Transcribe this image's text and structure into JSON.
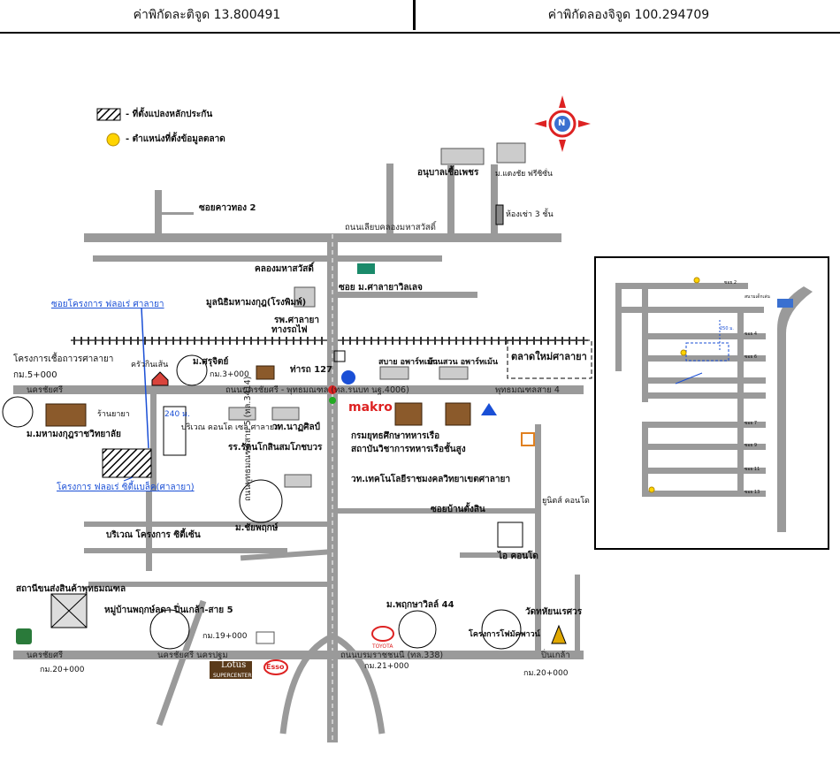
{
  "header": {
    "latitude": "ค่าพิกัดละติจูด 13.800491",
    "longitude": "ค่าพิกัดลองจิจูด 100.294709"
  },
  "legend": {
    "site_label": "- ที่ตั้งแปลงหลักประกัน",
    "market_label": "- ตำแหน่งที่ตั้งข้อมูลตลาด"
  },
  "compass": {
    "letter": "N"
  },
  "colors": {
    "road": "#9a9a9a",
    "link": "#1a4fd6",
    "market": "#ffd400",
    "site": "#000000"
  },
  "labels": {
    "anubal": "อนุบาลเชื้อเพชร",
    "mcheng": "ม.แดงชัย ฟรีซิซั่น",
    "soi_kaw": "ซอยคาวทอง 2",
    "hong3": "ห้องเช่า 3 ชั้น",
    "thanon_liab": "ถนนเลียบคลองมหาสวัสดิ์",
    "khlong": "คลองมหาสวัสดิ์",
    "soi_salaya": "ซอย ม.ศาลายาวิลเลจ",
    "mulnithi": "มูลนิธิมหามงกุฎ(โรงพิมพ์)",
    "hospital": "รพ.ศาลายา",
    "railway": "ทางรถไฟ",
    "port127": "ท่ารถ 127",
    "soi_project": "ซอยโครงการ ฟลอเร่ ศาลายา",
    "proj_aircon": "โครงการเชื้อถาวรศาลายา",
    "km5": "กม.5+000",
    "krua": "ครัวกินเส้น",
    "msan": "ม.ศรุจิตย์",
    "km3": "กม.3+000",
    "sabai": "สบาย อพาร์ทเม้น",
    "banjuan": "บ้านสวน อพาร์ทเม้น",
    "talad_new": "ตลาดใหม่ศาลายา",
    "road_main": "ถนนนครชัยศรี - พุทธมณฑล (ทล.รนบท นฐ.4006)",
    "to_nakhon": "นครชัยศรี",
    "to_putthamonthon": "พุทธมณฑลสาย 4",
    "mahamakut": "ม.มหามงกุฎราชวิทยาลัย",
    "ranyaya": "ร้านยายา",
    "dist240": "240 ม.",
    "area_condo": "บริเวณ คอนโด เซล ศาลายา",
    "rr_rattana": "รร.รัตนโกสินสมโภชบวร",
    "wt_nakhon": "วท.นาฏศิลป์",
    "makro": "makro",
    "kromyut": "กรมยุทธศึกษาทหารเรือ",
    "sathaban": "สถาบันวิชาการทหารเรือชั้นสูง",
    "proj_ideo": "โครงการ ฟลอเร่ ซิตี้แบล็ค(ศาลายา)",
    "rmut": "วท.เทคโนโลยีราชมงคลวิทยาเขตศาลายา",
    "road_3414": "ถนนพุทธมณฑลสาย 5 (ทล.3414)",
    "soi_ban": "ซอยบ้านตั้งสิน",
    "unit": "ยูนิตส์ คอนโด",
    "mchai": "ม.ชัยพฤกษ์",
    "area_proj": "บริเวณ โครงการ ซิตี้เซ้น",
    "icondo": "ไอ คอนโด",
    "sathani": "สถานีขนส่งสินค้าพุทธมณฑล",
    "mphruk": "ม.พฤกษาวิลล์ 44",
    "wat": "วัดทหัยนเรศวร",
    "muban": "หมู่บ้านพฤกษ์ลดา ปิ่นเกล้า-สาย 5",
    "km19": "กม.19+000",
    "proj_kham": "โครงการโฟมัคพาวน์",
    "road_bottom": "ถนนบรมราชชนนี (ทล.338)",
    "to_nakhon2": "นครชัยศรี",
    "to_pinklao": "ปิ่นเกล้า",
    "nakhon_pathom": "นครชัยศรี นครปฐม",
    "km21": "กม.21+000",
    "km20a": "กม.20+000",
    "km20b": "กม.20+000",
    "lotus": "Lotus",
    "lotus_sub": "SUPERCENTER",
    "esso": "Esso",
    "toyota": "TOYOTA"
  },
  "inset": {
    "soi2": "ซอย 2",
    "soi4": "ซอย 4",
    "soi6": "ซอย 6",
    "soi7": "ซอย 7",
    "soi9": "ซอย 9",
    "soi11": "ซอย 11",
    "soi13": "ซอย 13",
    "nursery": "สนามเด็กเล่น",
    "dist": "250 ม."
  }
}
